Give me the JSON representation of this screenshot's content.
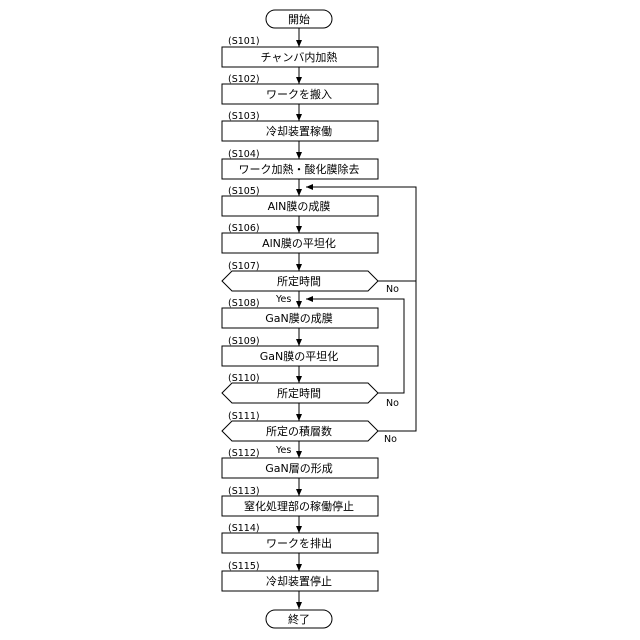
{
  "terminals": {
    "start": "開始",
    "end": "終了"
  },
  "steps": [
    {
      "id": "(S101)",
      "label": "チャンバ内加熱"
    },
    {
      "id": "(S102)",
      "label": "ワークを搬入"
    },
    {
      "id": "(S103)",
      "label": "冷却装置稼働"
    },
    {
      "id": "(S104)",
      "label": "ワーク加熱・酸化膜除去"
    },
    {
      "id": "(S105)",
      "label": "AlN膜の成膜"
    },
    {
      "id": "(S106)",
      "label": "AlN膜の平坦化"
    },
    {
      "id": "(S107)",
      "label": "所定時間"
    },
    {
      "id": "(S108)",
      "label": "GaN膜の成膜"
    },
    {
      "id": "(S109)",
      "label": "GaN膜の平坦化"
    },
    {
      "id": "(S110)",
      "label": "所定時間"
    },
    {
      "id": "(S111)",
      "label": "所定の積層数"
    },
    {
      "id": "(S112)",
      "label": "GaN層の形成"
    },
    {
      "id": "(S113)",
      "label": "窒化処理部の稼働停止"
    },
    {
      "id": "(S114)",
      "label": "ワークを排出"
    },
    {
      "id": "(S115)",
      "label": "冷却装置停止"
    }
  ],
  "branch_labels": {
    "s107_yes": "Yes",
    "s107_no": "No",
    "s110_no": "No",
    "s111_yes": "Yes",
    "s111_no": "No"
  }
}
